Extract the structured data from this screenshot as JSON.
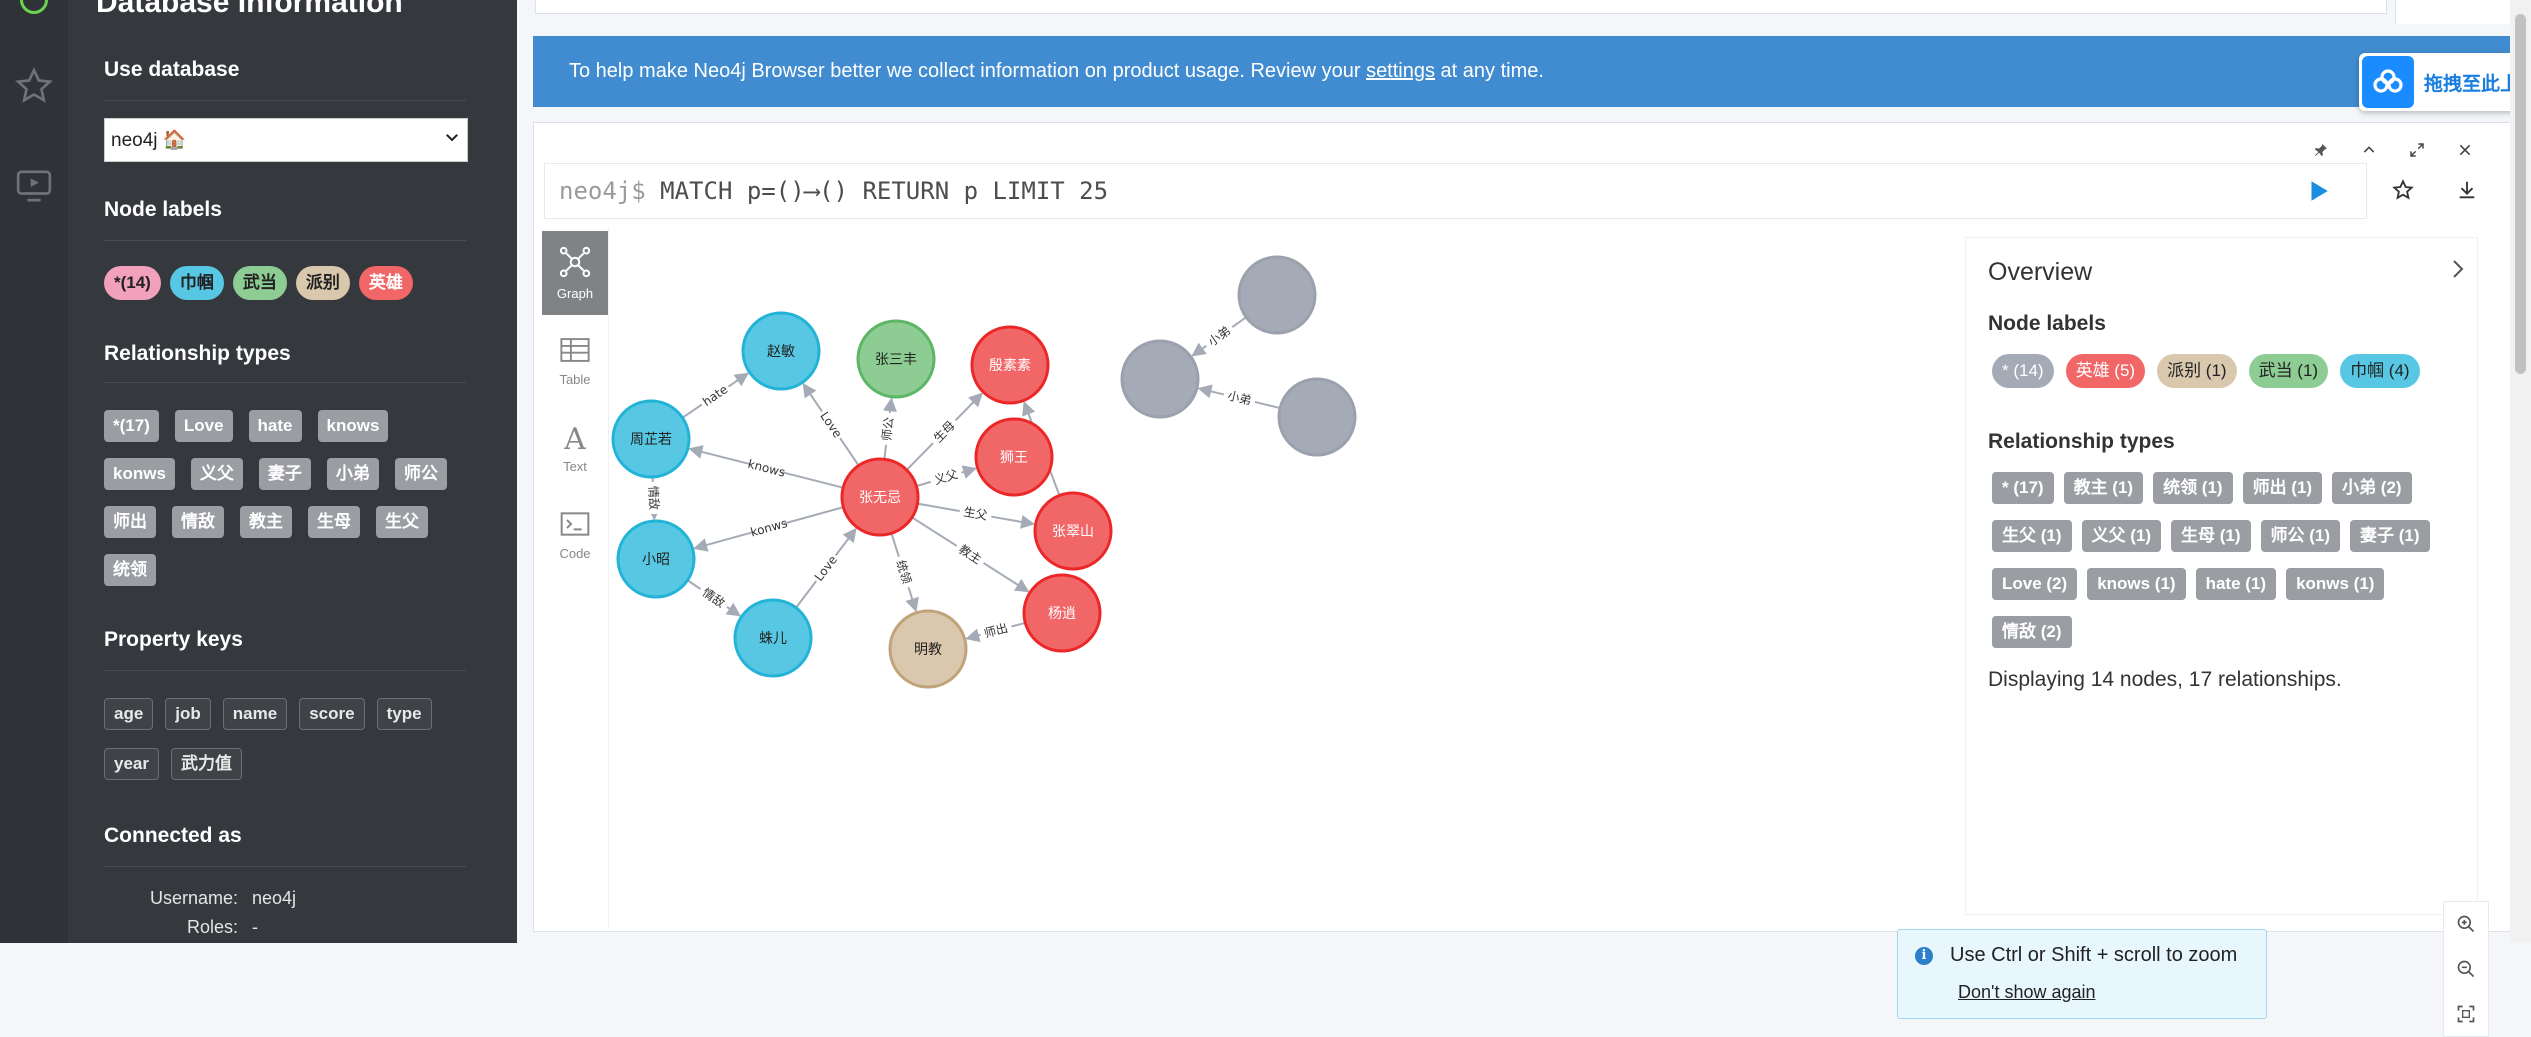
{
  "drawer": {
    "title": "Database Information",
    "use_database_heading": "Use database",
    "selected_database": "neo4j 🏠",
    "node_labels_heading": "Node labels",
    "node_labels": [
      {
        "text": "*(14)",
        "color": "#f2a1bd"
      },
      {
        "text": "巾帼",
        "color": "#57c7e3"
      },
      {
        "text": "武当",
        "color": "#8dcc93"
      },
      {
        "text": "派别",
        "color": "#d9c8ae"
      },
      {
        "text": "英雄",
        "color": "#f16667"
      }
    ],
    "relationship_types_heading": "Relationship types",
    "relationship_types": [
      "*(17)",
      "Love",
      "hate",
      "knows",
      "konws",
      "义父",
      "妻子",
      "小弟",
      "师公",
      "师出",
      "情敌",
      "教主",
      "生母",
      "生父",
      "统领"
    ],
    "property_keys_heading": "Property keys",
    "property_keys": [
      "age",
      "job",
      "name",
      "score",
      "type",
      "year",
      "武力值"
    ],
    "connected_as_heading": "Connected as",
    "connected_as": [
      {
        "key": "Username:",
        "value": "neo4j"
      },
      {
        "key": "Roles:",
        "value": "-"
      }
    ]
  },
  "banner": {
    "text_before": "To help make Neo4j Browser better we collect information on product usage. Review your ",
    "link": "settings",
    "text_after": " at any time."
  },
  "floating_button": {
    "label": "拖拽至此上"
  },
  "editor": {
    "prompt": "neo4j$",
    "query": " MATCH p=()⟶() RETURN p LIMIT 25"
  },
  "view_tabs": [
    {
      "label": "Graph",
      "icon": "graph-icon",
      "active": true
    },
    {
      "label": "Table",
      "icon": "table-icon",
      "active": false
    },
    {
      "label": "Text",
      "icon": "text-icon",
      "active": false
    },
    {
      "label": "Code",
      "icon": "code-icon",
      "active": false
    }
  ],
  "graph": {
    "colors": {
      "巾帼": "#57c7e3",
      "武当": "#8dcc93",
      "英雄": "#f16667",
      "派别": "#d9c8ae",
      "none": "#a5abb6"
    },
    "nodes": [
      {
        "id": "zhaomin",
        "label": "赵敏",
        "type": "巾帼"
      },
      {
        "id": "zhangsanfeng",
        "label": "张三丰",
        "type": "武当"
      },
      {
        "id": "yinsusu",
        "label": "殷素素",
        "type": "英雄"
      },
      {
        "id": "zhouzhiruo",
        "label": "周芷若",
        "type": "巾帼"
      },
      {
        "id": "shiwang",
        "label": "狮王",
        "type": "英雄"
      },
      {
        "id": "zhangwuji",
        "label": "张无忌",
        "type": "英雄"
      },
      {
        "id": "zhangcuishan",
        "label": "张翠山",
        "type": "英雄"
      },
      {
        "id": "xiaozhao",
        "label": "小昭",
        "type": "巾帼"
      },
      {
        "id": "yangxiao",
        "label": "杨逍",
        "type": "英雄"
      },
      {
        "id": "zhuer",
        "label": "蛛儿",
        "type": "巾帼"
      },
      {
        "id": "mingjiao",
        "label": "明教",
        "type": "派别"
      },
      {
        "id": "g1",
        "label": "",
        "type": "none"
      },
      {
        "id": "g2",
        "label": "",
        "type": "none"
      },
      {
        "id": "g3",
        "label": "",
        "type": "none"
      }
    ],
    "relationships": [
      {
        "from": "zhouzhiruo",
        "to": "zhaomin",
        "label": "hate"
      },
      {
        "from": "zhangwuji",
        "to": "zhaomin",
        "label": "Love"
      },
      {
        "from": "zhangwuji",
        "to": "zhangsanfeng",
        "label": "师公"
      },
      {
        "from": "zhangwuji",
        "to": "yinsusu",
        "label": "生母"
      },
      {
        "from": "zhangwuji",
        "to": "zhouzhiruo",
        "label": "knows"
      },
      {
        "from": "zhangwuji",
        "to": "shiwang",
        "label": "义父"
      },
      {
        "from": "zhangcuishan",
        "to": "yinsusu",
        "label": "妻子"
      },
      {
        "from": "zhangwuji",
        "to": "zhangcuishan",
        "label": "生父"
      },
      {
        "from": "zhouzhiruo",
        "to": "xiaozhao",
        "label": "情敌"
      },
      {
        "from": "zhangwuji",
        "to": "xiaozhao",
        "label": "konws"
      },
      {
        "from": "zhangwuji",
        "to": "yangxiao",
        "label": "教主"
      },
      {
        "from": "zhangwuji",
        "to": "mingjiao",
        "label": "统领"
      },
      {
        "from": "xiaozhao",
        "to": "zhuer",
        "label": "情敌"
      },
      {
        "from": "zhuer",
        "to": "zhangwuji",
        "label": "Love"
      },
      {
        "from": "yangxiao",
        "to": "mingjiao",
        "label": "师出"
      },
      {
        "from": "g1",
        "to": "g2",
        "label": "小弟"
      },
      {
        "from": "g3",
        "to": "g2",
        "label": "小弟"
      }
    ]
  },
  "overview": {
    "title": "Overview",
    "node_labels_heading": "Node labels",
    "node_labels": [
      {
        "text": "* (14)",
        "color": "#a5abb6"
      },
      {
        "text": "英雄 (5)",
        "color": "#f16667"
      },
      {
        "text": "派别 (1)",
        "color": "#d9c8ae"
      },
      {
        "text": "武当 (1)",
        "color": "#8dcc93"
      },
      {
        "text": "巾帼 (4)",
        "color": "#57c7e3"
      }
    ],
    "relationship_types_heading": "Relationship types",
    "relationship_types": [
      "* (17)",
      "教主 (1)",
      "统领 (1)",
      "师出 (1)",
      "小弟 (2)",
      "生父 (1)",
      "义父 (1)",
      "生母 (1)",
      "师公 (1)",
      "妻子 (1)",
      "Love (2)",
      "knows (1)",
      "hate (1)",
      "konws (1)",
      "情敌 (2)"
    ],
    "status": "Displaying 14 nodes, 17 relationships."
  },
  "zoom_tip": {
    "message": "Use Ctrl or Shift + scroll to zoom",
    "dismiss": "Don't show again"
  }
}
